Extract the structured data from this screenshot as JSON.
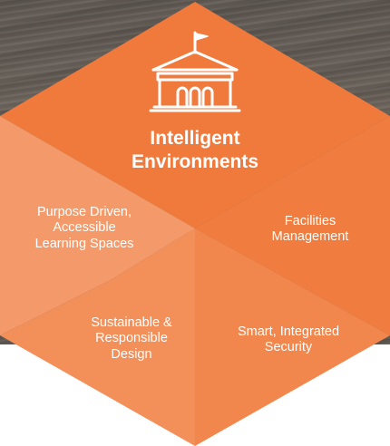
{
  "diagram": {
    "center": {
      "title": "Intelligent\nEnvironments",
      "icon": "school-building-icon"
    },
    "segments": [
      {
        "id": "purpose",
        "label": "Purpose Driven,\nAccessible\nLearning Spaces"
      },
      {
        "id": "facilities",
        "label": "Facilities\nManagement"
      },
      {
        "id": "sustainable",
        "label": "Sustainable &\nResponsible\nDesign"
      },
      {
        "id": "security",
        "label": "Smart, Integrated\nSecurity"
      }
    ],
    "colors": {
      "top": "#f07a3c",
      "left_upper": "#f49a6a",
      "left_lower": "#f38f59",
      "right_upper": "#f07d3f",
      "right_lower": "#f2874e",
      "icon_stroke": "#ffffff",
      "text": "#ffffff"
    }
  }
}
